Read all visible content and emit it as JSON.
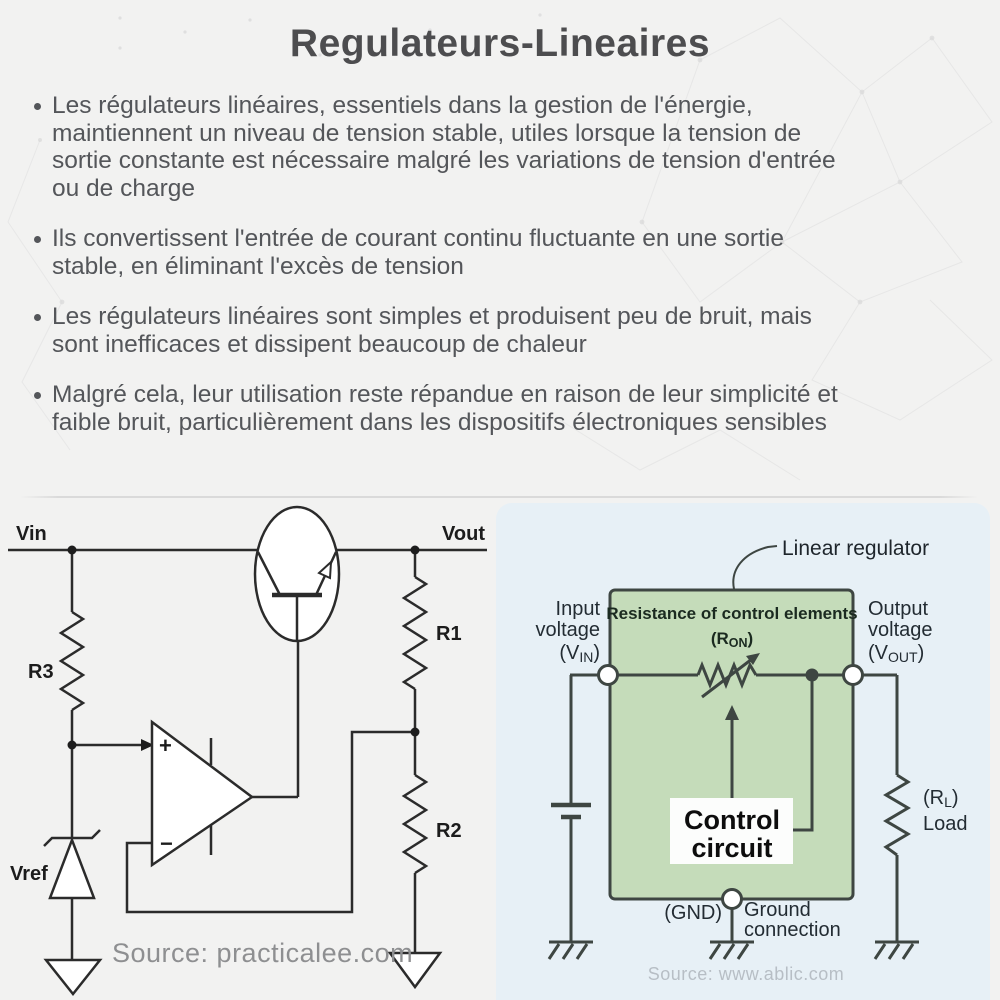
{
  "title": "Regulateurs-Lineaires",
  "bullets": [
    {
      "lines": [
        "Les régulateurs linéaires, essentiels dans la gestion de l'énergie,",
        "maintiennent un niveau de tension stable, utiles lorsque la tension de",
        "sortie constante est nécessaire malgré les variations de tension d'entrée",
        "ou de charge"
      ]
    },
    {
      "lines": [
        "Ils convertissent l'entrée de courant continu fluctuante en une sortie",
        "stable, en éliminant l'excès de tension"
      ]
    },
    {
      "lines": [
        "Les régulateurs linéaires sont simples et produisent peu de bruit, mais",
        "sont inefficaces et dissipent beaucoup de chaleur"
      ]
    },
    {
      "lines": [
        "Malgré cela, leur utilisation reste répandue en raison de leur simplicité et",
        "faible bruit, particulièrement dans les dispositifs électroniques sensibles"
      ]
    }
  ],
  "left_diagram": {
    "vin": "Vin",
    "vout": "Vout",
    "r1": "R1",
    "r2": "R2",
    "r3": "R3",
    "vref": "Vref",
    "opamp_plus": "+",
    "opamp_minus": "−",
    "source": "Source: practicalee.com"
  },
  "right_diagram": {
    "callout": "Linear regulator",
    "box_title": "Resistance of control elements",
    "ron_pre": "(R",
    "ron_sub": "ON",
    "ron_post": ")",
    "input_l1": "Input",
    "input_l2": "voltage",
    "vin_pre": "(V",
    "vin_sub": "IN",
    "vin_post": ")",
    "output_l1": "Output",
    "output_l2": "voltage",
    "vout_pre": "(V",
    "vout_sub": "OUT",
    "vout_post": ")",
    "control_l1": "Control",
    "control_l2": "circuit",
    "gnd": "(GND)",
    "ground_l1": "Ground",
    "ground_l2": "connection",
    "rl_pre": "(R",
    "rl_sub": "L",
    "rl_post": ")",
    "load": "Load",
    "source": "Source: www.ablic.com"
  },
  "colors": {
    "page_bg": "#f2f2f1",
    "panel_bg": "#e7f0f6",
    "green_box": "#c5dcba",
    "diagram_line": "#3e4642",
    "schematic_line": "#2b2b2b",
    "text_gray": "#54565a",
    "title_gray": "#4d4d4f",
    "source_gray": "#8e8f91"
  }
}
